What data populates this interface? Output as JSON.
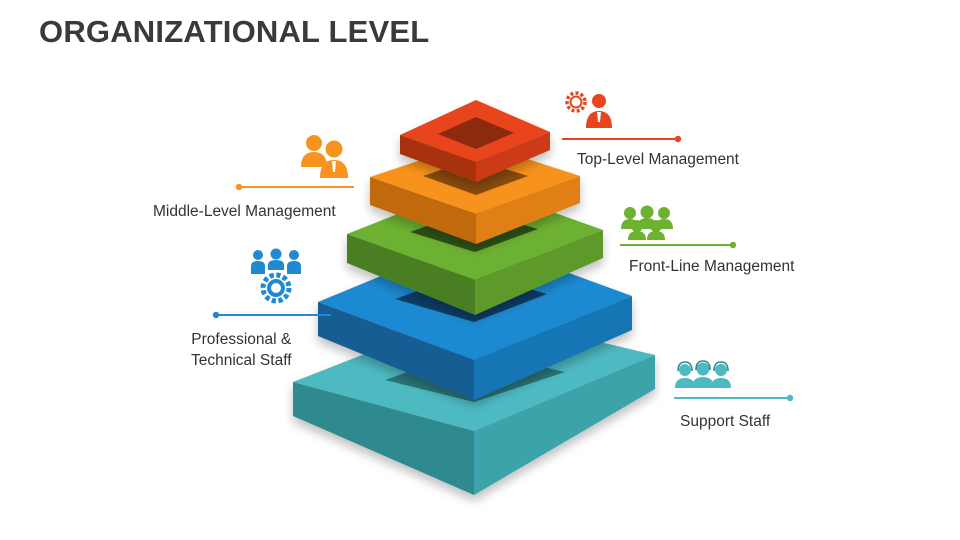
{
  "title": "ORGANIZATIONAL LEVEL",
  "levels": [
    {
      "label": "Top-Level Management",
      "color": "#e8441e",
      "icon": "manager-with-gear-icon"
    },
    {
      "label": "Middle-Level Management",
      "color": "#f7931e",
      "icon": "business-pair-icon"
    },
    {
      "label": "Front-Line Management",
      "color": "#6db130",
      "icon": "team-group-icon"
    },
    {
      "label_lines": [
        "Professional &",
        "Technical Staff"
      ],
      "color": "#1f8ad2",
      "icon": "team-with-gear-icon"
    },
    {
      "label": "Support Staff",
      "color": "#4dbac2",
      "icon": "headset-agents-icon"
    }
  ]
}
